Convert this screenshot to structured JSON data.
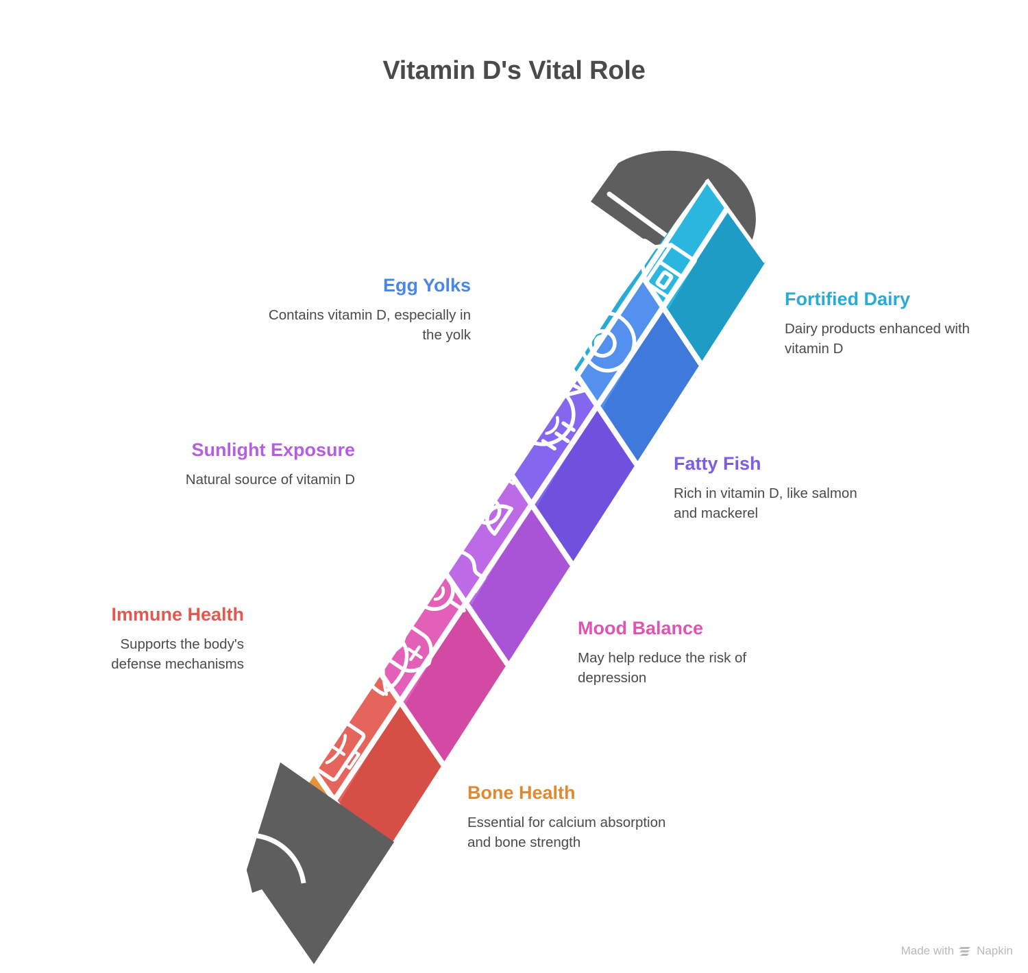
{
  "page": {
    "title": "Vitamin D's Vital Role",
    "background": "#ffffff",
    "title_color": "#4a4a4a",
    "body_text_color": "#4a4a4a"
  },
  "figure": {
    "type": "pencil-infographic",
    "description": "Angled pencil divided into seven colored bands, each band carrying one icon and one labelled callout",
    "eraser_color": "#5e5e5e",
    "tip_color": "#5e5e5e",
    "divider_color": "#ffffff"
  },
  "segments": [
    {
      "id": "fortified-dairy",
      "order": 1,
      "title": "Fortified Dairy",
      "description": "Dairy products enhanced with vitamin D",
      "color": "#29abd6",
      "shade_left": "#2bb6e0",
      "shade_right": "#1f9cc6",
      "icon": "milk-carton-icon",
      "side": "right"
    },
    {
      "id": "egg-yolks",
      "order": 2,
      "title": "Egg Yolks",
      "description": "Contains vitamin D, especially in the yolk",
      "color": "#4a86e8",
      "shade_left": "#5490ee",
      "shade_right": "#3f79dc",
      "icon": "fried-egg-icon",
      "side": "left"
    },
    {
      "id": "fatty-fish",
      "order": 3,
      "title": "Fatty Fish",
      "description": "Rich in vitamin D, like salmon and mackerel",
      "color": "#7c5ce8",
      "shade_left": "#8566ee",
      "shade_right": "#7050dc",
      "icon": "fish-icon",
      "side": "right"
    },
    {
      "id": "sunlight-exposure",
      "order": 4,
      "title": "Sunlight Exposure",
      "description": "Natural source of vitamin D",
      "color": "#b45fe0",
      "shade_left": "#bc6ae6",
      "shade_right": "#a954d6",
      "icon": "person-sun-icon",
      "side": "left"
    },
    {
      "id": "mood-balance",
      "order": 5,
      "title": "Mood Balance",
      "description": "May help reduce the risk of depression",
      "color": "#dd55b0",
      "shade_left": "#e260b8",
      "shade_right": "#d24aa4",
      "icon": "head-smile-icon",
      "side": "right"
    },
    {
      "id": "immune-health",
      "order": 6,
      "title": "Immune Health",
      "description": "Supports the body's defense mechanisms",
      "color": "#e05a52",
      "shade_left": "#e5645b",
      "shade_right": "#d54f47",
      "icon": "leaf-shield-icon",
      "side": "left"
    },
    {
      "id": "bone-health",
      "order": 7,
      "title": "Bone Health",
      "description": "Essential for calcium absorption and bone strength",
      "color": "#dd8a33",
      "shade_left": "#e2933c",
      "shade_right": "#d2802a",
      "icon": "xray-bone-icon",
      "side": "right"
    }
  ],
  "watermark": {
    "prefix": "Made with",
    "brand": "Napkin",
    "icon": "napkin-logo-icon"
  }
}
